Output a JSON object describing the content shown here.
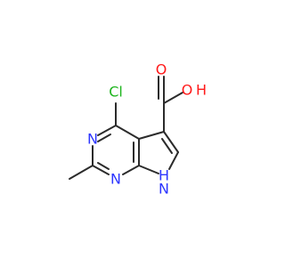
{
  "molecule": {
    "atoms": {
      "chlorine": "Cl",
      "oxygen": "O",
      "hydroxyl_oxygen": "O",
      "hydroxyl_hydrogen": "H",
      "ring_nitrogen_upper": "N",
      "ring_nitrogen_lower": "N",
      "pyrrole_nitrogen_hydrogen": "H",
      "pyrrole_nitrogen": "N"
    },
    "colors": {
      "carbon_bond": "#2b2b2b",
      "nitrogen": "#2d36ff",
      "oxygen": "#ff1a1a",
      "chlorine": "#1fb51f"
    }
  }
}
